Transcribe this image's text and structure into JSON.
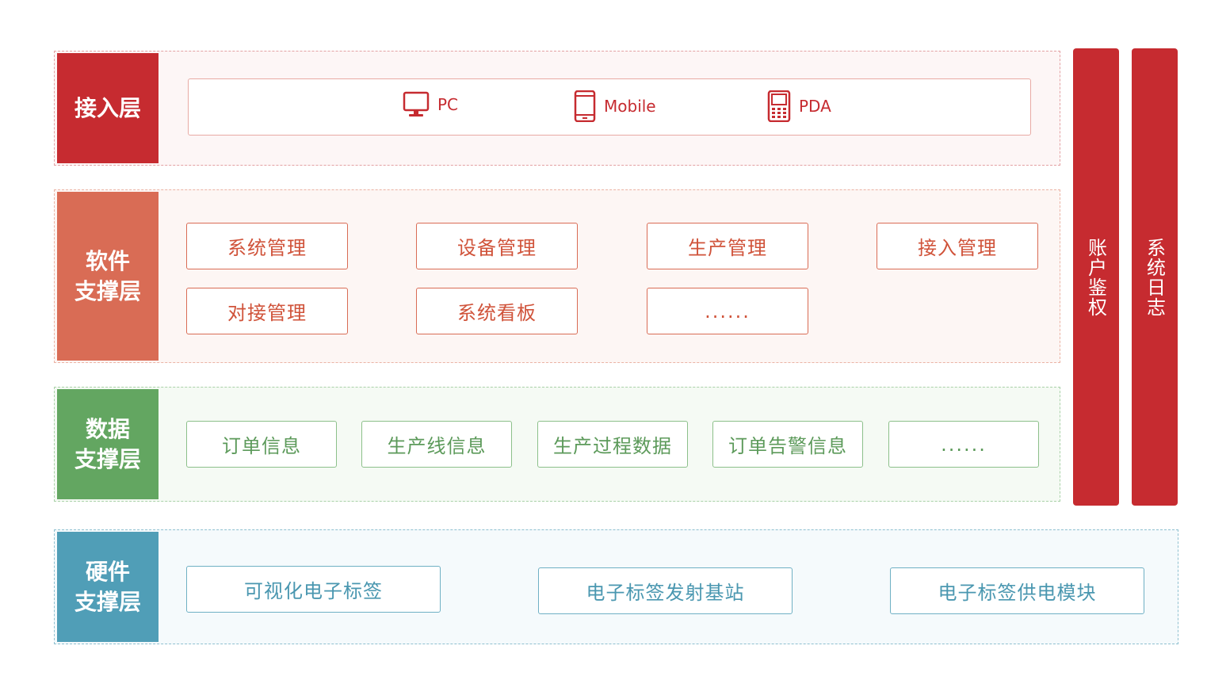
{
  "access_layer": {
    "label": "接入层",
    "devices": [
      {
        "icon": "monitor-icon",
        "label": "PC"
      },
      {
        "icon": "mobile-icon",
        "label": "Mobile"
      },
      {
        "icon": "pda-icon",
        "label": "PDA"
      }
    ]
  },
  "software_layer": {
    "label": "软件\n支撑层",
    "items": [
      "系统管理",
      "设备管理",
      "生产管理",
      "接入管理",
      "对接管理",
      "系统看板",
      "......"
    ]
  },
  "data_layer": {
    "label": "数据\n支撑层",
    "items": [
      "订单信息",
      "生产线信息",
      "生产过程数据",
      "订单告警信息",
      "......"
    ]
  },
  "hardware_layer": {
    "label": "硬件\n支撑层",
    "items": [
      "可视化电子标签",
      "电子标签发射基站",
      "电子标签供电模块"
    ]
  },
  "side_bars": [
    "账户鉴权",
    "系统日志"
  ],
  "colors": {
    "access": "#c62b30",
    "software": "#d96c55",
    "data": "#63a661",
    "hardware": "#509eb7"
  }
}
